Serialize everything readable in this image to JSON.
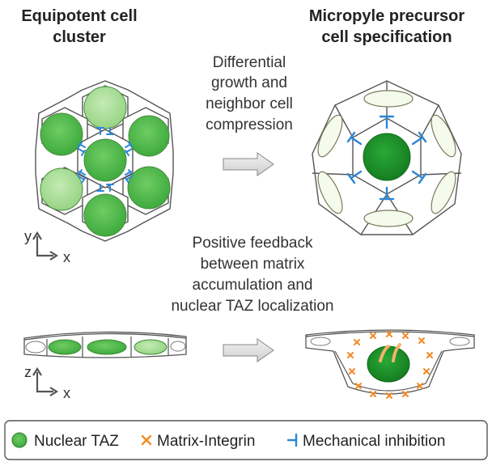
{
  "titles": {
    "left_line1": "Equipotent cell",
    "left_line2": "cluster",
    "right_line1": "Micropyle precursor",
    "right_line2": "cell specification"
  },
  "captions": {
    "top": [
      "Differential",
      "growth and",
      "neighbor cell",
      "compression"
    ],
    "middle": [
      "Positive feedback",
      "between matrix",
      "accumulation and",
      "nuclear TAZ localization"
    ]
  },
  "axes": {
    "top": {
      "vertical": "y",
      "horizontal": "x"
    },
    "bottom": {
      "vertical": "z",
      "horizontal": "x"
    }
  },
  "legend": {
    "items": [
      {
        "label": "Nuclear TAZ",
        "symbol": "green-dot"
      },
      {
        "label": "Matrix-Integrin",
        "symbol": "orange-cross"
      },
      {
        "label": "Mechanical inhibition",
        "symbol": "blue-t-bar"
      }
    ]
  },
  "colors": {
    "taz_dark": "#1f9a2c",
    "taz_mid": "#4cbb4a",
    "taz_light": "#a8dd96",
    "integrin": "#f08a24",
    "inhibition": "#2b86d6",
    "outline": "#555555",
    "arrow_fill": "#e6e6e6"
  }
}
